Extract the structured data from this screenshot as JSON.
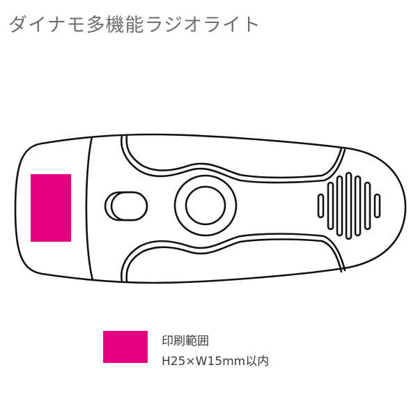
{
  "title": "ダイナモ多機能ラジオライト",
  "colors": {
    "print_area": "#e4007f",
    "outline": "#111111",
    "title_text": "#6e6e6e"
  },
  "legend": {
    "label": "印刷範囲",
    "size": "H25×W15mm以内"
  },
  "product": {
    "name": "dynamo-radio-light-outline",
    "parts": [
      "print-area",
      "end-cap",
      "handle-grip",
      "switch",
      "dial",
      "speaker-grille"
    ]
  }
}
